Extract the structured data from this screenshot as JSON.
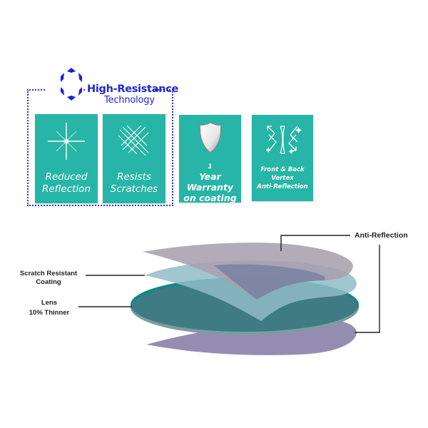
{
  "brand": {
    "logo_icon": "hexagon-ring-logo-icon",
    "title_line1": "High-Resistance",
    "title_line2": "Technology",
    "accent_color": "#1e27d4"
  },
  "feature_cards": [
    {
      "icon": "sparkle-icon",
      "line1": "Reduced",
      "line2": "Reflection"
    },
    {
      "icon": "scratches-icon",
      "line1": "Resists",
      "line2": "Scratches"
    },
    {
      "icon": "shield-icon",
      "line1": "1",
      "line2": "Year",
      "line3": "Warranty",
      "line4": "on coating"
    },
    {
      "icon": "vertex-reflection-icon",
      "line1": "Front & Back",
      "line2": "Vertex",
      "line3": "Anti-Reflection"
    }
  ],
  "card_color": "#26b5a6",
  "diagram": {
    "callouts": {
      "anti_reflection": "Anti-Reflection",
      "scratch_line1": "Scratch Resistant",
      "scratch_line2": "Coating",
      "lens_line1": "Lens",
      "lens_line2": "10% Thinner"
    },
    "layers": [
      {
        "name": "Anti-Reflection (top)",
        "color": "#a89fae"
      },
      {
        "name": "Scratch Resistant Coating",
        "color": "#8fbcc8"
      },
      {
        "name": "Lens",
        "color": "#3f7b82"
      },
      {
        "name": "Anti-Reflection (bottom)",
        "color": "#8f87ad"
      }
    ]
  }
}
